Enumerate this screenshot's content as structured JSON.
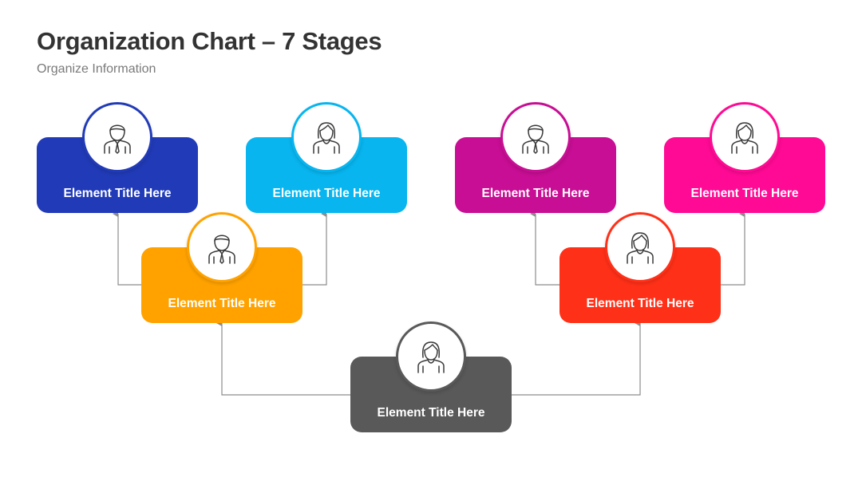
{
  "header": {
    "title": "Organization Chart – 7 Stages",
    "subtitle": "Organize Information"
  },
  "nodes": [
    {
      "label": "Element Title Here",
      "color": "#213bb8",
      "icon": "male-person-icon"
    },
    {
      "label": "Element Title Here",
      "color": "#08b5ef",
      "icon": "female-person-icon"
    },
    {
      "label": "Element Title Here",
      "color": "#c80e94",
      "icon": "male-person-icon"
    },
    {
      "label": "Element Title Here",
      "color": "#ff0a94",
      "icon": "female-person-icon"
    },
    {
      "label": "Element Title Here",
      "color": "#ffa200",
      "icon": "male-person-icon"
    },
    {
      "label": "Element Title Here",
      "color": "#ff3018",
      "icon": "female-person-icon"
    },
    {
      "label": "Element Title Here",
      "color": "#595959",
      "icon": "female-person-icon"
    }
  ],
  "connector_color": "#8c8c8c"
}
